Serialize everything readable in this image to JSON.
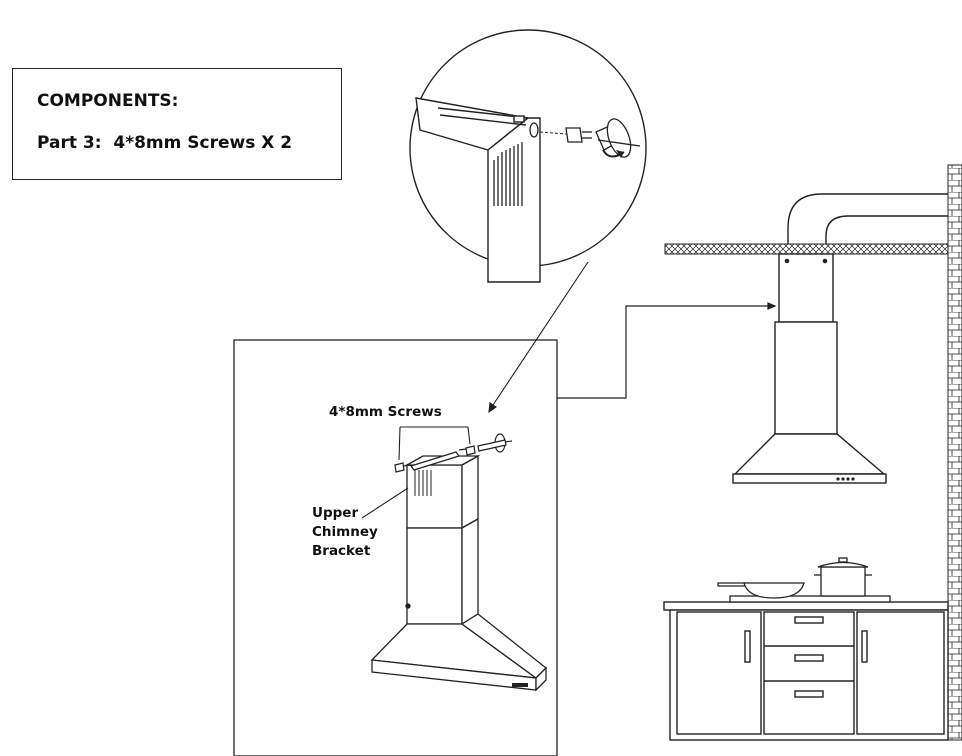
{
  "components": {
    "title": "COMPONENTS:",
    "part": "Part 3:  4*8mm Screws X 2"
  },
  "labels": {
    "screws": "4*8mm Screws",
    "bracket_line1": "Upper",
    "bracket_line2": "Chimney",
    "bracket_line3": "Bracket"
  },
  "colors": {
    "line": "#1a1a1a",
    "background": "#ffffff"
  }
}
